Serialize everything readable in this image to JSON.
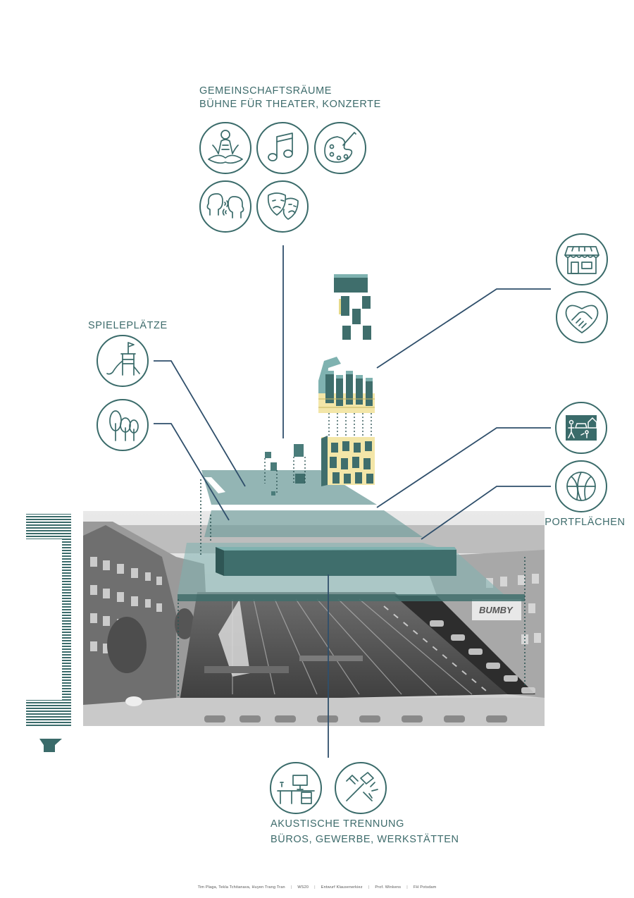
{
  "labels": {
    "community_line1": "GEMEINSCHAFTSRÄUME",
    "community_line2": "BÜHNE FÜR THEATER, KONZERTE",
    "playgrounds": "SPIELEPLÄTZE",
    "sports": "SPORTFLÄCHEN",
    "acoustic_line1": "AKUSTISCHE TRENNUNG",
    "acoustic_line2": "BÜROS, GEWERBE, WERKSTÄTTEN"
  },
  "icons": {
    "community": [
      "meditation-icon",
      "music-note-icon",
      "paint-palette-icon",
      "conversation-icon",
      "theater-masks-icon"
    ],
    "commerce": [
      "shop-icon",
      "handshake-icon"
    ],
    "play": [
      "playground-icon",
      "trees-icon"
    ],
    "street_sport": [
      "street-icon",
      "basketball-icon"
    ],
    "work": [
      "desk-icon",
      "tools-icon"
    ]
  },
  "sign": "BUMBY",
  "footer": {
    "authors": "Tim Plaga, Tekla Tchitanava, Huyen Trang Tran",
    "semester": "WS20",
    "project": "Entwurf Klausenerkiez",
    "professor": "Prof. Winkens",
    "school": "FH Potsdam"
  },
  "colors": {
    "teal_dark": "#3a6b6a",
    "teal_block": "#3f6e6c",
    "teal_light": "#7fb2b0",
    "glass": "#6f9c9b",
    "leader": "#2f4f6b",
    "accent_yellow": "#f3e6a8"
  }
}
